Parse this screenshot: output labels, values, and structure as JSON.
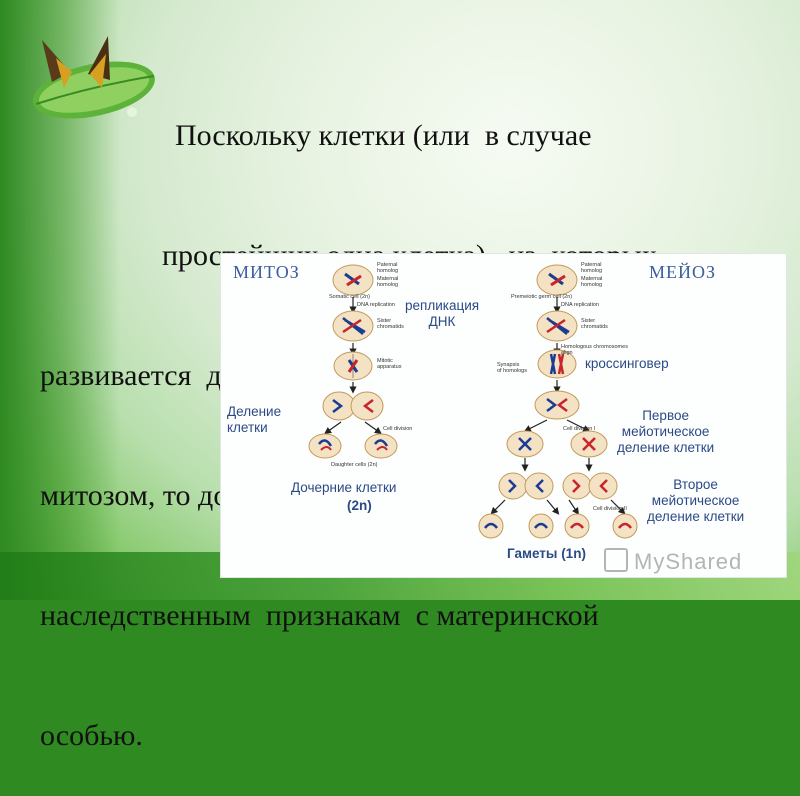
{
  "slide": {
    "text_lines": [
      "Поскольку клетки (или  в случае",
      "простейших одна клетка),  из  которых",
      "развивается  дочерний  организм,  делятся",
      "митозом, то дочерний организм сходен по",
      "наследственным  признакам  с материнской",
      "особью."
    ]
  },
  "diagram": {
    "mitosis_title": "МИТОЗ",
    "meiosis_title": "МЕЙОЗ",
    "replication_label": "репликация\nДНК",
    "crossingover_label": "кроссинговер",
    "cell_division_label": "Деление\nклетки",
    "daughter_cells_label": "Дочерние клетки",
    "daughter_ploidy": "(2n)",
    "first_meiotic_label": "Первое\nмейотическое\nделение клетки",
    "second_meiotic_label": "Второе\nмейотическое\nделение клетки",
    "gametes_label": "Гаметы (1n)",
    "tiny": {
      "paternal": "Paternal\nhomolog",
      "maternal": "Maternal\nhomolog",
      "somatic": "Somatic cell (2n)",
      "premeiotic": "Premeiotic germ cell (2n)",
      "dna_rep_1": "DNA replication",
      "dna_rep_2": "DNA replication",
      "sister_1": "Sister\nchromatids",
      "sister_2": "Sister\nchromatids",
      "homologous_align": "Homologous chromosomes\nalign",
      "mitotic_apparatus": "Mitotic\napparatus",
      "synapsis": "Synapsis\nof homologs",
      "cell_division": "Cell division",
      "cell_division_1": "Cell division I",
      "cell_division_2": "Cell division II",
      "daughter_cells": "Daughter cells (2n)"
    }
  },
  "watermark": {
    "text": "MyShared"
  },
  "colors": {
    "cell_fill": "#f3e2c4",
    "cell_stroke": "#c49a5a",
    "chrom_red": "#c8242b",
    "chrom_blue": "#1c3c92",
    "label_blue": "#2a4a86",
    "slide_green": "#2f8a22"
  }
}
